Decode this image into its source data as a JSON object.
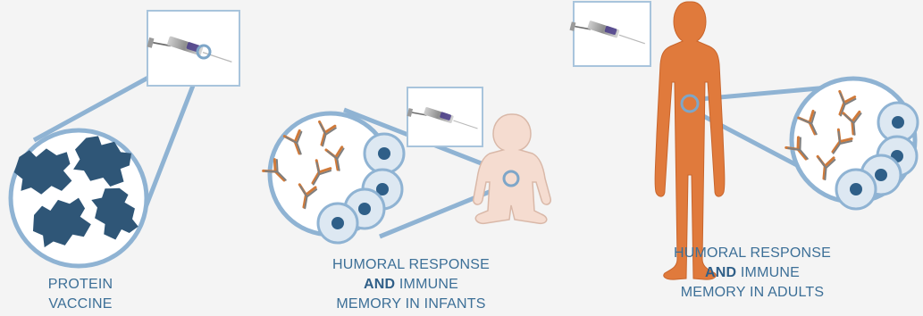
{
  "captions": {
    "protein": {
      "line1": "PROTEIN",
      "line2": "VACCINE"
    },
    "infants": {
      "line1": "HUMORAL RESPONSE",
      "line2_bold": "AND",
      "line2_rest": " IMMUNE",
      "line3": "MEMORY IN INFANTS"
    },
    "adults": {
      "line1": "HUMORAL RESPONSE",
      "line2_bold": "AND",
      "line2_rest": " IMMUNE",
      "line3": "MEMORY IN ADULTS"
    }
  },
  "colors": {
    "outline": "#8fb3d3",
    "antigen": "#2f5677",
    "adult_body": "#e07a3c",
    "infant_body": "#f5dcd0",
    "cell_fill": "#dde8f2",
    "cell_nucleus": "#2f5f88",
    "antibody_orange": "#d07a3a",
    "antibody_gray": "#7f7f7f",
    "text": "#3c6f97"
  },
  "icons": [
    "syringe-icon",
    "antigen-icon",
    "antibody-icon",
    "b-cell-icon",
    "infant-silhouette-icon",
    "adult-silhouette-icon"
  ]
}
